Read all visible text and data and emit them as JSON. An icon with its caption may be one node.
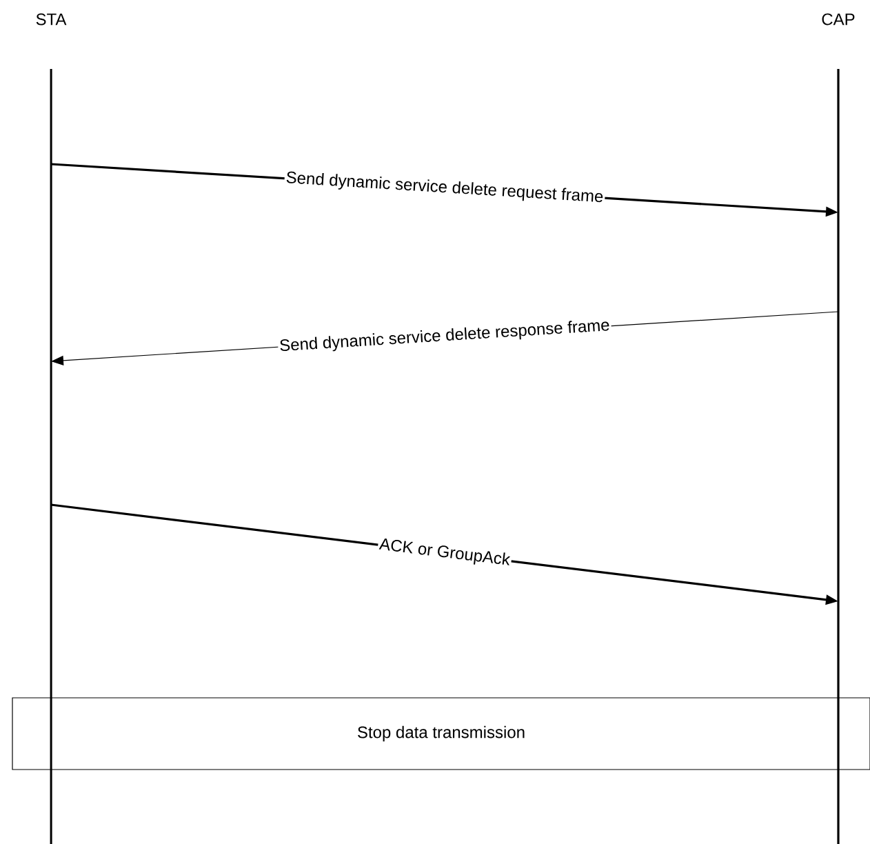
{
  "diagram": {
    "nodes": [
      {
        "text": [
          "STA"
        ]
      },
      {
        "text": [
          "CAP"
        ]
      },
      {
        "text": [
          "Stop data transmission"
        ]
      }
    ],
    "edges": [
      {
        "from": 0,
        "to": 1,
        "arrow": "to",
        "label": "Send dynamic service delete request frame"
      },
      {
        "from": 1,
        "to": 0,
        "arrow": "to",
        "label": "Send dynamic service delete response frame"
      },
      {
        "from": 0,
        "to": 1,
        "arrow": "to",
        "label": "ACK or GroupAck"
      }
    ]
  }
}
